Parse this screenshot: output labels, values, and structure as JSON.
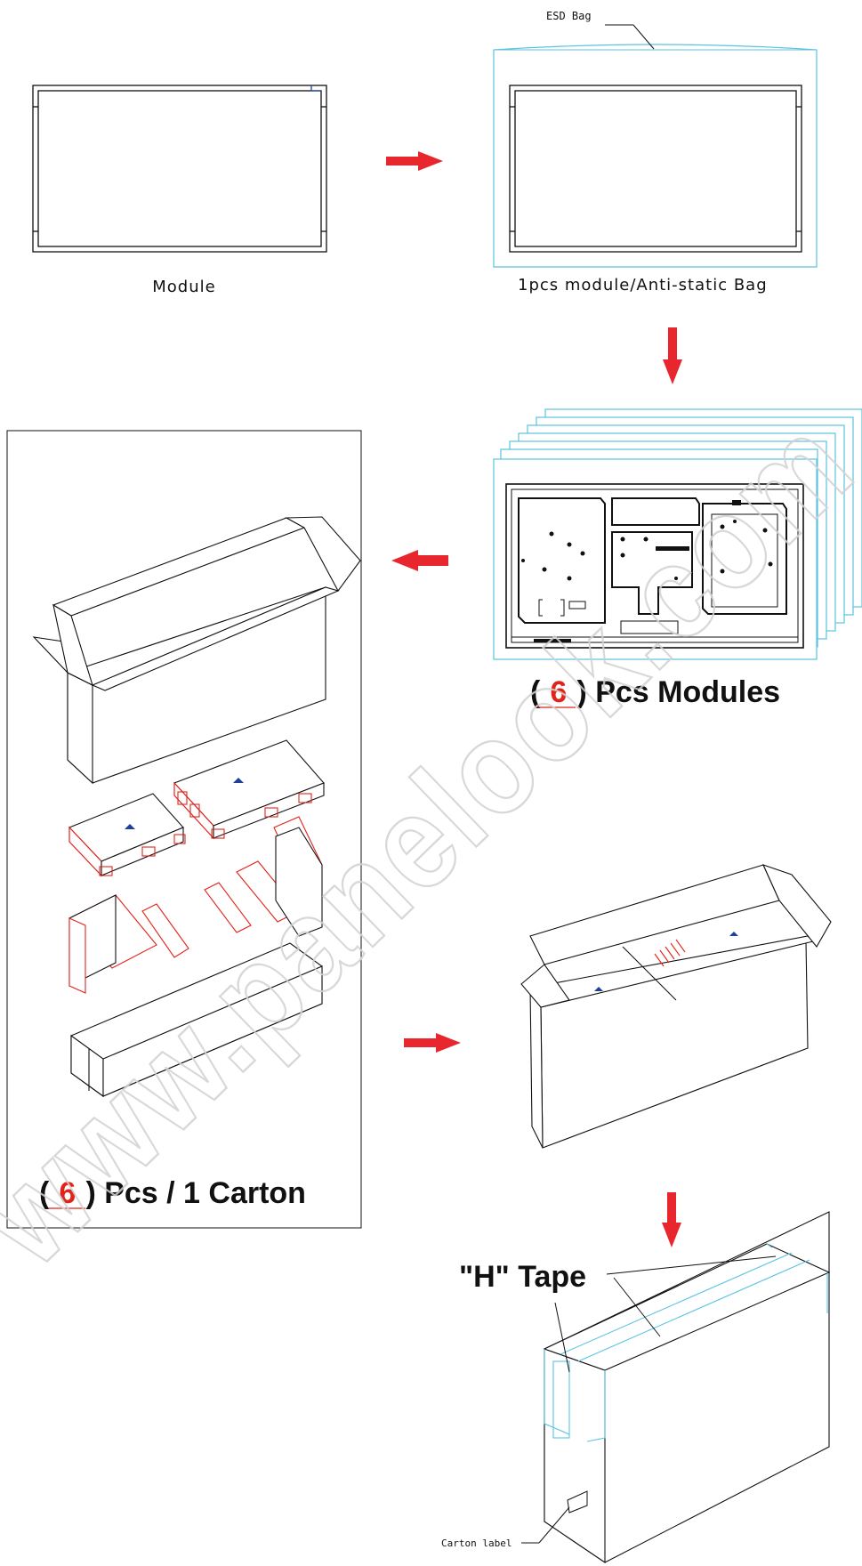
{
  "colors": {
    "arrow": "#e8262d",
    "bag": "#5bc3e0",
    "line": "#111111",
    "foam": "#e2231a",
    "hint": "#1f3f9a",
    "watermark": "#cfcfcf"
  },
  "labels": {
    "esd_bag": "ESD Bag",
    "module": "Module",
    "module_in_bag": "1pcs module/Anti-static Bag",
    "modules_open": "(",
    "modules_count": "6",
    "modules_close": ") Pcs Modules",
    "carton_open": "(",
    "carton_count": "6",
    "carton_close": ") Pcs / 1 Carton",
    "h_tape": "\"H\" Tape",
    "carton_label": "Carton label"
  },
  "watermark": {
    "text": "www.panelook.com"
  },
  "icons": [
    "arrow-right-icon",
    "arrow-down-icon",
    "arrow-left-icon"
  ]
}
